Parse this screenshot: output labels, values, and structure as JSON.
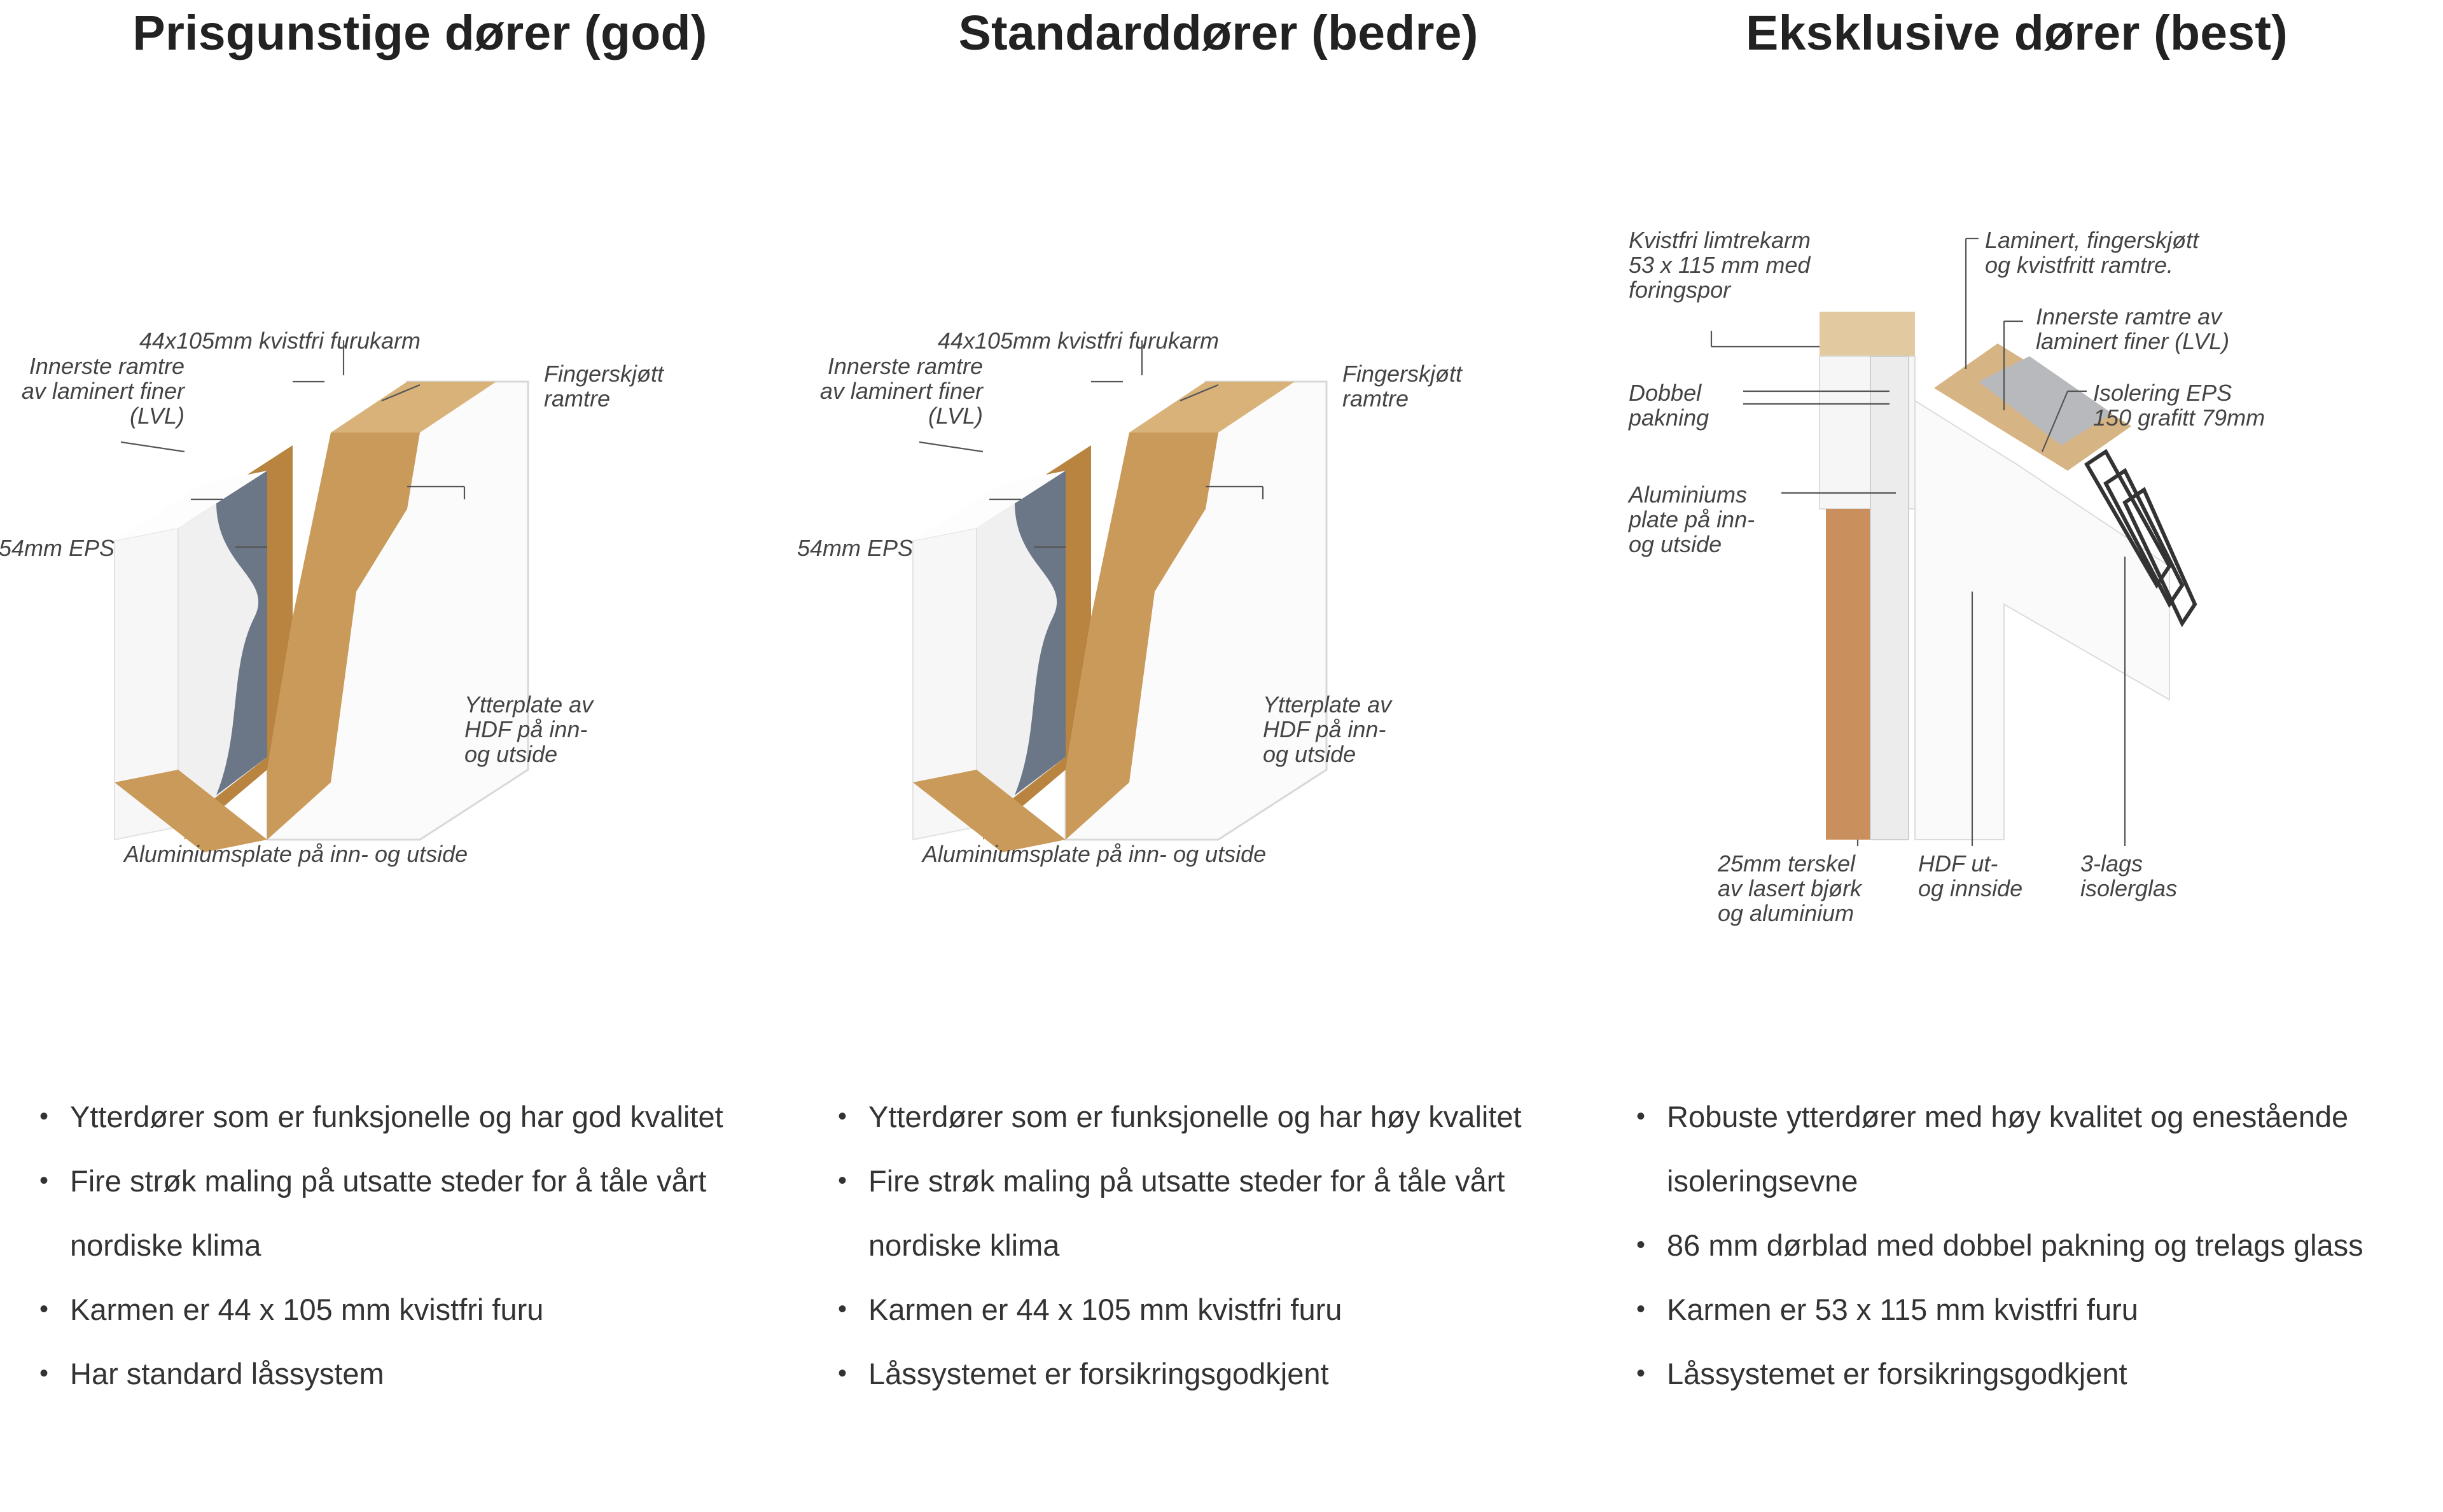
{
  "columns": [
    {
      "title": "Prisgunstige dører (god)",
      "labels": {
        "frame_top": "44x105mm kvistfri furukarm",
        "inner_frame": [
          "Innerste ramtre",
          "av laminert finer",
          "(LVL)"
        ],
        "finger_joint": [
          "Fingerskjøtt",
          "ramtre"
        ],
        "eps": "54mm EPS",
        "outer_plate": [
          "Ytterplate av",
          "HDF på inn-",
          "og utside"
        ],
        "aluminium": "Aluminiumsplate på inn- og utside"
      },
      "features": [
        "Ytterdører som er funksjonelle og har god kvalitet",
        "Fire strøk maling på utsatte steder for å tåle vårt nordiske klima",
        "Karmen er 44 x 105 mm kvistfri furu",
        "Har standard låssystem"
      ]
    },
    {
      "title": "Standarddører (bedre)",
      "labels": {
        "frame_top": "44x105mm kvistfri furukarm",
        "inner_frame": [
          "Innerste ramtre",
          "av laminert finer",
          "(LVL)"
        ],
        "finger_joint": [
          "Fingerskjøtt",
          "ramtre"
        ],
        "eps": "54mm EPS",
        "outer_plate": [
          "Ytterplate av",
          "HDF på inn-",
          "og utside"
        ],
        "aluminium": "Aluminiumsplate på inn- og utside"
      },
      "features": [
        "Ytterdører som er funksjonelle og har høy kvalitet",
        "Fire strøk maling på utsatte steder for å tåle vårt nordiske klima",
        "Karmen er 44 x 105 mm kvistfri furu",
        "Låssystemet er forsikringsgodkjent"
      ]
    },
    {
      "title": "Eksklusive dører (best)",
      "labels": {
        "frame": [
          "Kvistfri limtrekarm",
          "53 x 115 mm med",
          "foringspor"
        ],
        "laminated": [
          "Laminert, fingerskjøtt",
          "og kvistfritt ramtre."
        ],
        "inner_frame": [
          "Innerste ramtre av",
          "laminert finer (LVL)"
        ],
        "double_seal": [
          "Dobbel",
          "pakning"
        ],
        "insulation": [
          "Isolering EPS",
          "150 grafitt 79mm"
        ],
        "aluminium": [
          "Aluminiums",
          "plate på inn-",
          "og utside"
        ],
        "threshold": [
          "25mm terskel",
          "av lasert bjørk",
          "og aluminium"
        ],
        "hdf": [
          "HDF ut-",
          "og innside"
        ],
        "glass": [
          "3-lags",
          "isolerglas"
        ]
      },
      "features": [
        "Robuste ytterdører med høy kvalitet og enestående isoleringsevne",
        "86 mm dørblad med dobbel pakning og trelags glass",
        "Karmen er 53 x 115 mm kvistfri furu",
        "Låssystemet er forsikringsgodkjent"
      ]
    }
  ],
  "colors": {
    "wood": "#c99a5a",
    "wood_dark": "#a8783c",
    "eps": "#f2f2f2",
    "graphite": "#6b7686",
    "white_plate": "#fbfbfb",
    "text": "#333333"
  }
}
